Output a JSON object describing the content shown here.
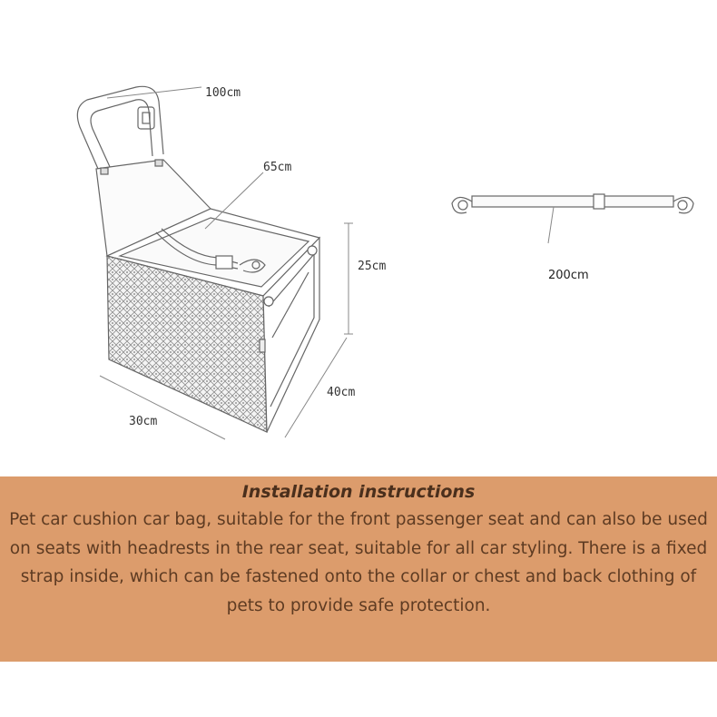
{
  "dimensions": {
    "strap_length": "100cm",
    "leash_length": "65cm",
    "height": "25cm",
    "depth": "40cm",
    "width": "30cm",
    "belt_length": "200cm"
  },
  "instructions": {
    "title": "Installation instructions",
    "body": "Pet car cushion car bag, suitable for the front passenger seat and can also be used on seats with headrests in the rear seat, suitable for all car styling. There is a fixed strap inside, which can be fastened onto the collar or chest and back clothing of pets to provide safe protection."
  },
  "colors": {
    "panel_background": "#dc9c6c",
    "panel_text": "#5e3b22"
  }
}
